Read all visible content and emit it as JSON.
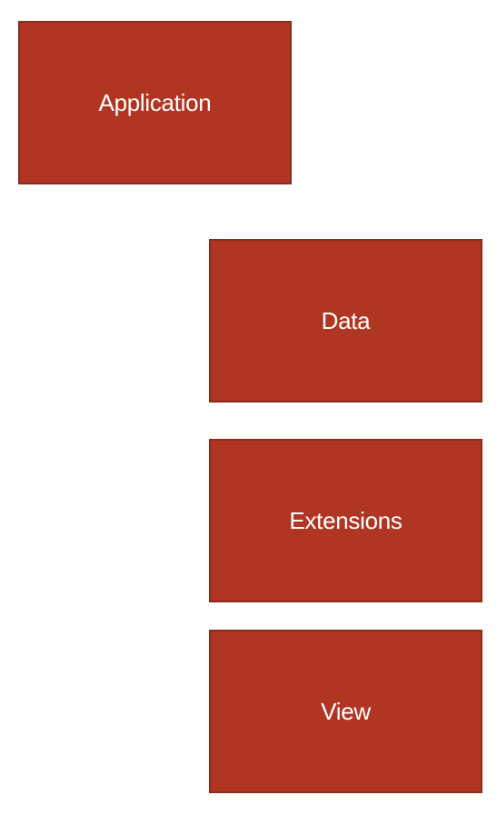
{
  "colors": {
    "box_fill": "#b03522",
    "box_border": "#8a2b1e",
    "text": "#ffffff",
    "background": "#ffffff"
  },
  "boxes": [
    {
      "id": "application",
      "label": "Application"
    },
    {
      "id": "data",
      "label": "Data"
    },
    {
      "id": "extensions",
      "label": "Extensions"
    },
    {
      "id": "view",
      "label": "View"
    }
  ]
}
